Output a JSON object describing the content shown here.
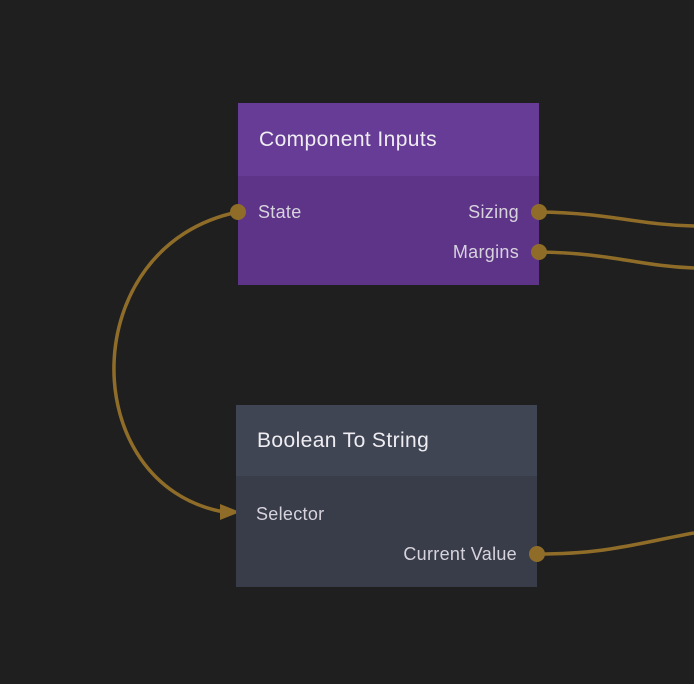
{
  "colors": {
    "background": "#1f1f20",
    "wire": "#8f6d29",
    "port": "#8f6d29",
    "node_a_header": "#663c96",
    "node_a_body": "#5e3489",
    "node_b_header": "#3f4553",
    "node_b_body": "#383d49",
    "title_text": "#efedf2",
    "label_text": "#d7d3dd"
  },
  "nodes": [
    {
      "title": "Component Inputs",
      "rows": [
        {
          "left": "State",
          "right": "Sizing"
        },
        {
          "left": "",
          "right": "Margins"
        }
      ]
    },
    {
      "title": "Boolean To String",
      "rows": [
        {
          "left": "Selector",
          "right": ""
        },
        {
          "left": "",
          "right": "Current Value"
        }
      ]
    }
  ],
  "connections": [
    {
      "from": "Component Inputs.State",
      "to": "Boolean To String.Selector"
    },
    {
      "from": "Component Inputs.Sizing",
      "to": "off-canvas-right"
    },
    {
      "from": "Component Inputs.Margins",
      "to": "off-canvas-right"
    },
    {
      "from": "Boolean To String.Current Value",
      "to": "off-canvas-right"
    }
  ]
}
